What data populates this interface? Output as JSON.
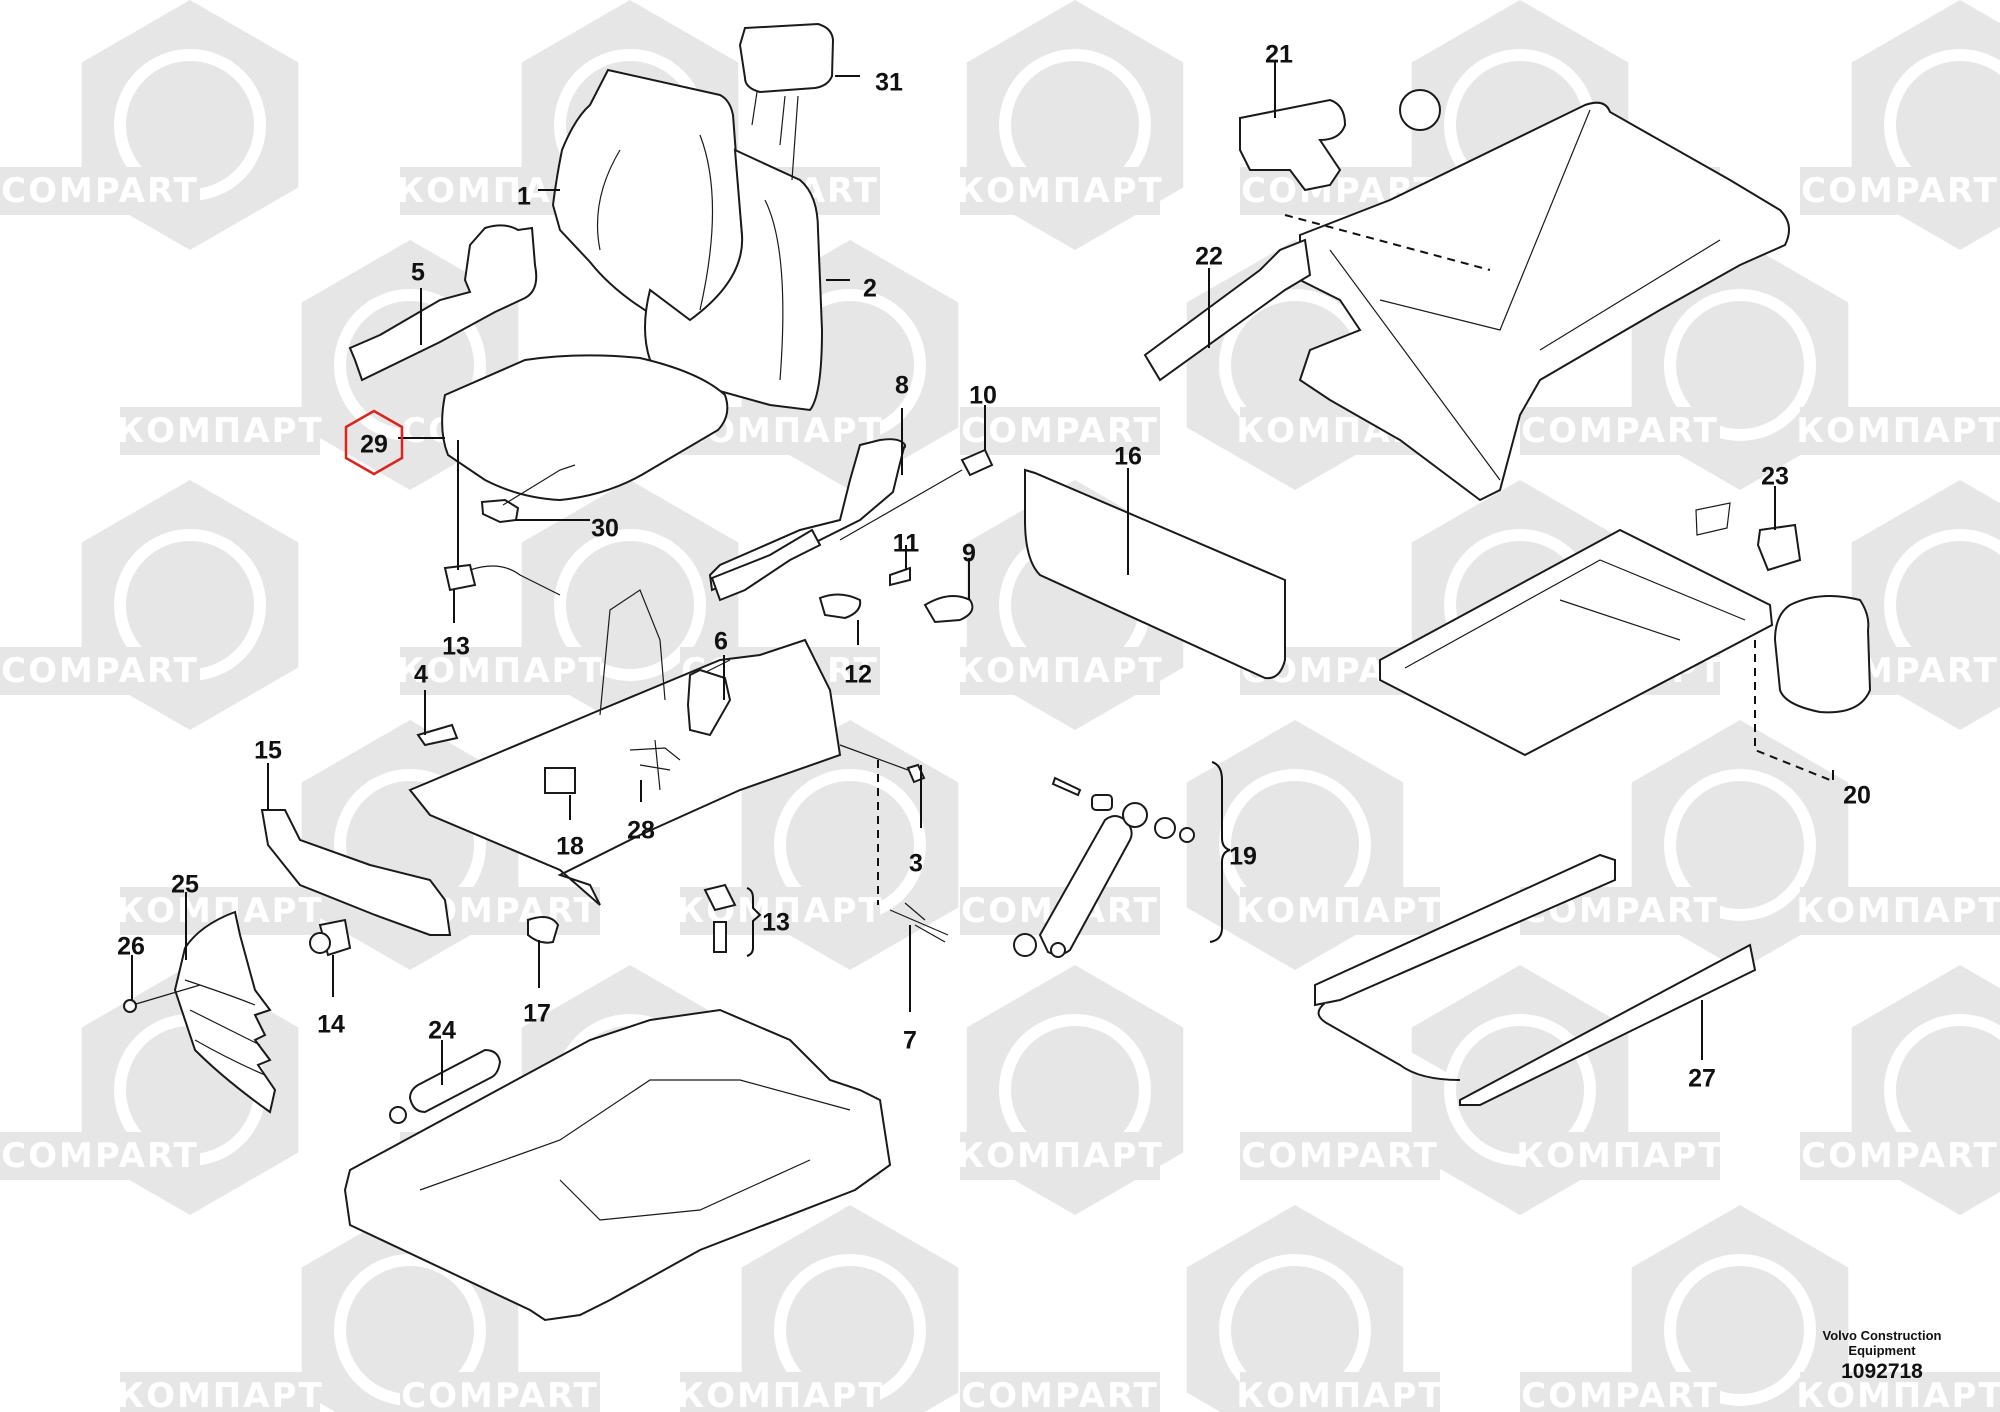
{
  "diagram": {
    "title": "Operator seat assembly",
    "selected_item": "29",
    "highlight_color": "#d9251d",
    "watermark_text_latin": "COMPART",
    "watermark_text_cyrillic": "КОМПАРТ",
    "watermark_color": "#e6e6e6",
    "callouts": [
      {
        "id": "1",
        "label": "1"
      },
      {
        "id": "2",
        "label": "2"
      },
      {
        "id": "3",
        "label": "3"
      },
      {
        "id": "4",
        "label": "4"
      },
      {
        "id": "5",
        "label": "5"
      },
      {
        "id": "6",
        "label": "6"
      },
      {
        "id": "7",
        "label": "7"
      },
      {
        "id": "8",
        "label": "8"
      },
      {
        "id": "9",
        "label": "9"
      },
      {
        "id": "10",
        "label": "10"
      },
      {
        "id": "11",
        "label": "11"
      },
      {
        "id": "12",
        "label": "12"
      },
      {
        "id": "13a",
        "label": "13"
      },
      {
        "id": "13b",
        "label": "13"
      },
      {
        "id": "14",
        "label": "14"
      },
      {
        "id": "15",
        "label": "15"
      },
      {
        "id": "16",
        "label": "16"
      },
      {
        "id": "17",
        "label": "17"
      },
      {
        "id": "18",
        "label": "18"
      },
      {
        "id": "19",
        "label": "19"
      },
      {
        "id": "20",
        "label": "20"
      },
      {
        "id": "21",
        "label": "21"
      },
      {
        "id": "22",
        "label": "22"
      },
      {
        "id": "23",
        "label": "23"
      },
      {
        "id": "24",
        "label": "24"
      },
      {
        "id": "25",
        "label": "25"
      },
      {
        "id": "26",
        "label": "26"
      },
      {
        "id": "27",
        "label": "27"
      },
      {
        "id": "28",
        "label": "28"
      },
      {
        "id": "29",
        "label": "29"
      },
      {
        "id": "30",
        "label": "30"
      },
      {
        "id": "31",
        "label": "31"
      }
    ]
  },
  "footer": {
    "company": "Volvo Construction Equipment",
    "doc_number": "1092718"
  }
}
